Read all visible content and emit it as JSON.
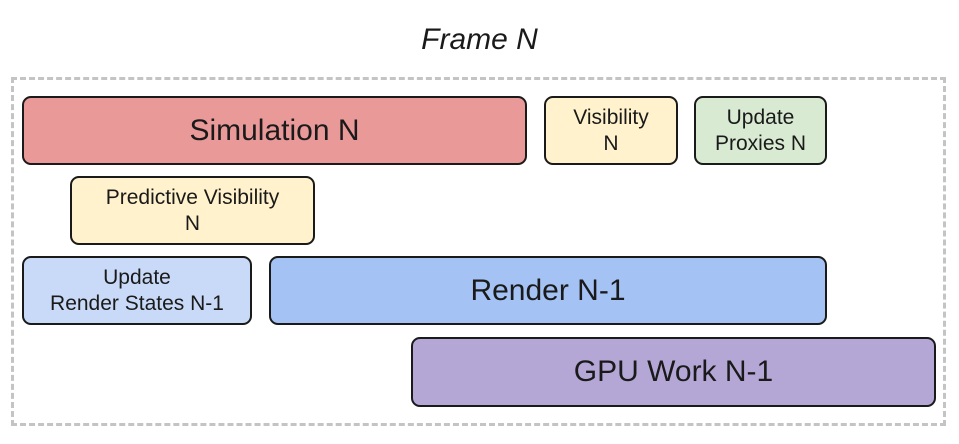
{
  "title": "Frame N",
  "colors": {
    "simulation": "#ea9999",
    "yellow": "#fff2cc",
    "green": "#d9ead3",
    "light_blue": "#c9daf8",
    "blue": "#a4c2f4",
    "purple": "#b4a7d6",
    "border": "#1a1a1a",
    "frame_border": "#c4c4c4"
  },
  "blocks": {
    "simulation": {
      "lines": [
        "Simulation N"
      ]
    },
    "visibility": {
      "lines": [
        "Visibility",
        "N"
      ]
    },
    "update_proxies": {
      "lines": [
        "Update",
        "Proxies N"
      ]
    },
    "predictive_visibility": {
      "lines": [
        "Predictive Visibility",
        "N"
      ]
    },
    "update_render_states": {
      "lines": [
        "Update",
        "Render States N-1"
      ]
    },
    "render": {
      "lines": [
        "Render N-1"
      ]
    },
    "gpu_work": {
      "lines": [
        "GPU Work N-1"
      ]
    }
  }
}
